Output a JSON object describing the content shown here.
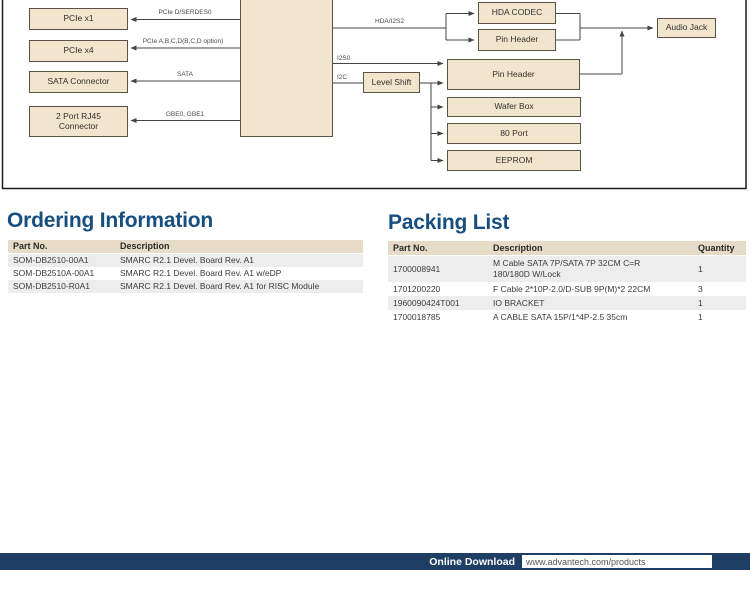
{
  "colors": {
    "title_blue": "#174e80",
    "footer_navy": "#1e3e64",
    "box_fill": "#f2e5ce",
    "box_border": "#5a5347",
    "table_header_bg": "#e5dbc6",
    "row_alt": "#ededed"
  },
  "diagram": {
    "left_blocks": [
      {
        "label": "PCIe x1",
        "bus": "PCIe D/SERDES0"
      },
      {
        "label": "PCIe x4",
        "bus": "PCIe A,B,C,D(B,C,D option)"
      },
      {
        "label": "SATA Connector",
        "bus": "SATA"
      },
      {
        "label": "2 Port RJ45 Connector",
        "bus": "GBE0, GBE1"
      }
    ],
    "bus_labels": {
      "hda": "HDA/I2S2",
      "i2s0": "I2S0",
      "i2c": "I2C"
    },
    "blocks": {
      "hda_codec": "HDA CODEC",
      "pin_header_top": "Pin Header",
      "audio_jack": "Audio Jack",
      "level_shift": "Level Shift",
      "pin_header_main": "Pin Header",
      "wafer_box": "Wafer Box",
      "port_80": "80 Port",
      "eeprom": "EEPROM"
    }
  },
  "ordering_information": {
    "title": "Ordering Information",
    "columns": [
      "Part No.",
      "Description"
    ],
    "rows": [
      [
        "SOM-DB2510-00A1",
        "SMARC R2.1 Devel. Board Rev. A1"
      ],
      [
        "SOM-DB2510A-00A1",
        "SMARC R2.1 Devel. Board Rev. A1 w/eDP"
      ],
      [
        "SOM-DB2510-R0A1",
        "SMARC R2.1 Devel. Board Rev. A1 for RISC Module"
      ]
    ]
  },
  "packing_list": {
    "title": "Packing List",
    "columns": [
      "Part No.",
      "Description",
      "Quantity"
    ],
    "rows": [
      [
        "1700008941",
        "M Cable SATA 7P/SATA 7P 32CM C=R 180/180D W/Lock",
        "1"
      ],
      [
        "1701200220",
        "F Cable 2*10P-2.0/D-SUB 9P(M)*2 22CM",
        "3"
      ],
      [
        "1960090424T001",
        "IO BRACKET",
        "1"
      ],
      [
        "1700018785",
        "A CABLE SATA 15P/1*4P-2.5 35cm",
        "1"
      ]
    ]
  },
  "footer": {
    "label": "Online Download",
    "url": "www.advantech.com/products"
  }
}
